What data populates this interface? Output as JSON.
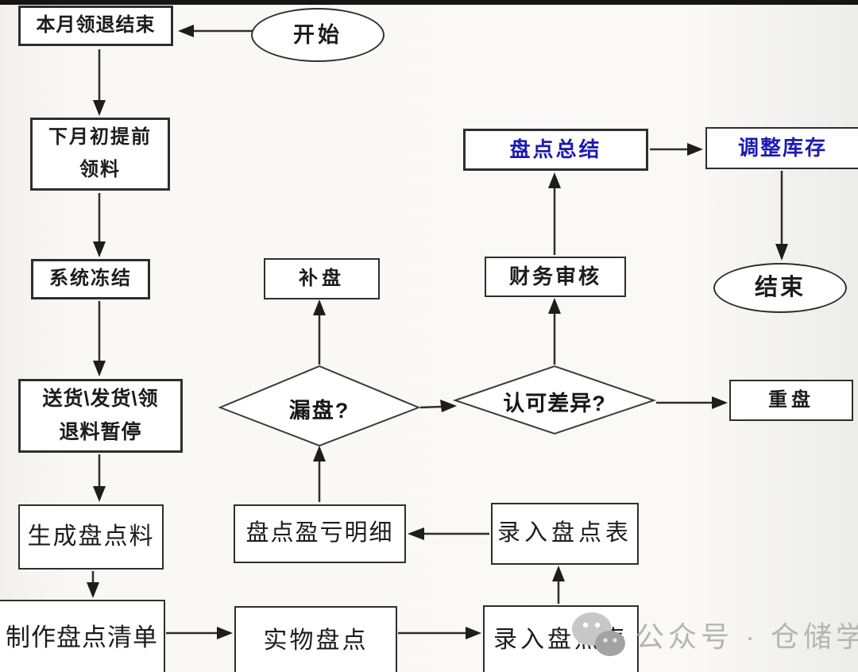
{
  "diagram": {
    "type": "flowchart",
    "nodes": {
      "start": {
        "shape": "ellipse",
        "label": "开始"
      },
      "month_end": {
        "shape": "rect",
        "label": "本月领退结束"
      },
      "next_month": {
        "shape": "rect",
        "lines": [
          "下月初提前",
          "领料"
        ]
      },
      "system_freeze": {
        "shape": "rect",
        "label": "系统冻结"
      },
      "pause": {
        "shape": "rect",
        "lines": [
          "送货\\发货\\领",
          "退料暂停"
        ]
      },
      "generate_list": {
        "shape": "rect",
        "label": "生成盘点料"
      },
      "make_checklist": {
        "shape": "rect",
        "label": "制作盘点清单"
      },
      "physical_count": {
        "shape": "rect",
        "label": "实物盘点"
      },
      "entry_sheet_bottom": {
        "shape": "rect",
        "label": "录入盘点表"
      },
      "entry_sheet_top": {
        "shape": "rect",
        "label": "录入盘点表"
      },
      "profit_loss_detail": {
        "shape": "rect",
        "label": "盘点盈亏明细"
      },
      "missed_count": {
        "shape": "diamond",
        "label": "漏盘?"
      },
      "supplement_count": {
        "shape": "rect",
        "label": "补盘"
      },
      "accept_difference": {
        "shape": "diamond",
        "label": "认可差异?"
      },
      "finance_audit": {
        "shape": "rect",
        "label": "财务审核"
      },
      "recount": {
        "shape": "rect",
        "label": "重盘"
      },
      "count_summary": {
        "shape": "rect",
        "label": "盘点总结",
        "highlighted": true
      },
      "adjust_inventory": {
        "shape": "rect",
        "label": "调整库存",
        "highlighted": true
      },
      "end": {
        "shape": "ellipse",
        "label": "结束"
      }
    },
    "edges": [
      {
        "from": "start",
        "to": "month_end"
      },
      {
        "from": "month_end",
        "to": "next_month"
      },
      {
        "from": "next_month",
        "to": "system_freeze"
      },
      {
        "from": "system_freeze",
        "to": "pause"
      },
      {
        "from": "pause",
        "to": "generate_list"
      },
      {
        "from": "generate_list",
        "to": "make_checklist"
      },
      {
        "from": "make_checklist",
        "to": "physical_count"
      },
      {
        "from": "physical_count",
        "to": "entry_sheet_bottom"
      },
      {
        "from": "entry_sheet_bottom",
        "to": "entry_sheet_top"
      },
      {
        "from": "entry_sheet_top",
        "to": "profit_loss_detail"
      },
      {
        "from": "profit_loss_detail",
        "to": "missed_count"
      },
      {
        "from": "missed_count",
        "to": "supplement_count"
      },
      {
        "from": "missed_count",
        "to": "accept_difference"
      },
      {
        "from": "accept_difference",
        "to": "finance_audit"
      },
      {
        "from": "accept_difference",
        "to": "recount"
      },
      {
        "from": "finance_audit",
        "to": "count_summary"
      },
      {
        "from": "count_summary",
        "to": "adjust_inventory"
      },
      {
        "from": "adjust_inventory",
        "to": "end"
      }
    ],
    "colors": {
      "highlight_text": "#1b1bb4",
      "node_border": "#2e2e2e",
      "node_text": "#1c1c1c",
      "watermark": "#b5b5b5",
      "top_bar": "#151515"
    },
    "watermark": {
      "icon": "wechat-icon",
      "text": "公众号 · 仓储学习"
    }
  }
}
